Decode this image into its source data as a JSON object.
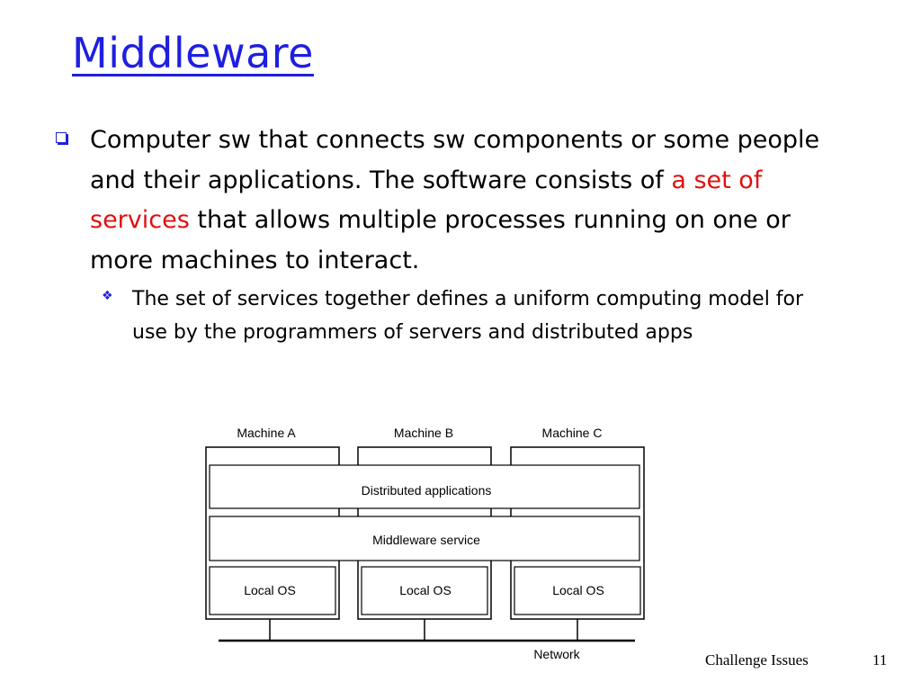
{
  "slide": {
    "title": "Middleware",
    "bullet1": {
      "text_before": "Computer sw that connects sw components or some people and their applications. The software consists of ",
      "highlight": "a set of services",
      "text_after": " that allows multiple processes running on one or more machines to interact.",
      "highlight_color": "#e01010"
    },
    "bullet2": {
      "text": "The set of services together defines a uniform computing model for use by the programmers of servers and distributed apps"
    },
    "footer": {
      "title": "Challenge Issues",
      "page": "11"
    },
    "accent_color": "#1f1fe0"
  },
  "diagram": {
    "machines": [
      "Machine A",
      "Machine B",
      "Machine C"
    ],
    "layers": {
      "distributed_apps": "Distributed applications",
      "middleware": "Middleware service",
      "local_os": [
        "Local OS",
        "Local OS",
        "Local OS"
      ]
    },
    "network_label": "Network"
  }
}
